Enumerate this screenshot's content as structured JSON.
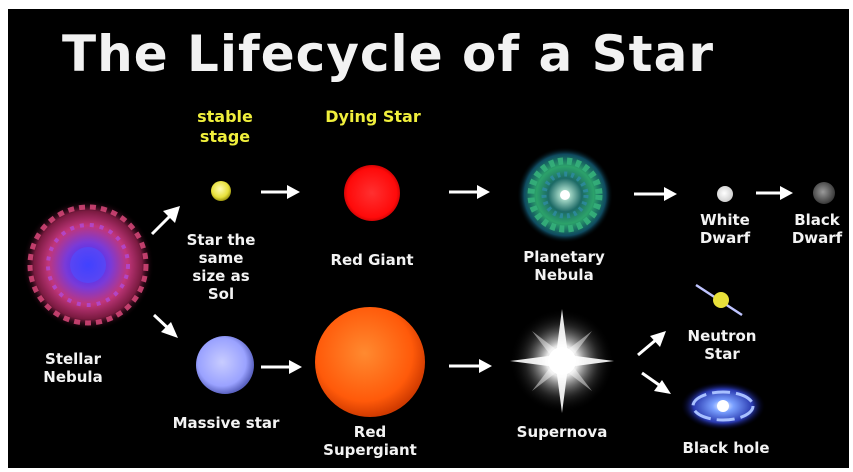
{
  "title": "The Lifecycle of a Star",
  "headers": {
    "stable_stage": "stable\nstage",
    "dying_star": "Dying Star"
  },
  "stages": {
    "stellar_nebula": "Stellar\nNebula",
    "star_same_size": "Star the\nsame\nsize as\nSol",
    "red_giant": "Red Giant",
    "planetary_nebula": "Planetary\nNebula",
    "white_dwarf": "White\nDwarf",
    "black_dwarf": "Black\nDwarf",
    "massive_star": "Massive star",
    "red_supergiant": "Red\nSupergiant",
    "supernova": "Supernova",
    "neutron_star": "Neutron\nStar",
    "black_hole": "Black hole"
  },
  "colors": {
    "background": "#000000",
    "header_text": "#f0ef3c",
    "label_text": "#f3f3f3",
    "sol_star": "#e8e03a",
    "red_giant": "#ff1010",
    "massive_star": "#9aa2ff",
    "red_supergiant": "#ff5a0a"
  }
}
